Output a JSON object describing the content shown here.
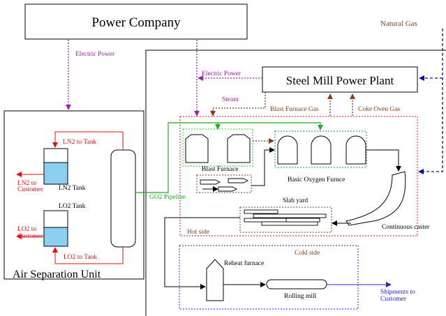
{
  "boxes": {
    "power_company": "Power Company",
    "steel_mill_power_plant": "Steel Mill Power Plant",
    "air_separation_unit": "Air Separation Unit"
  },
  "flows": {
    "natural_gas": "Natural Gas",
    "electric_power_top": "Electric Power",
    "electric_power_mill": "Electric Power",
    "steam": "Steam",
    "blast_furnace_gas": "Blast Furnace Gas",
    "coke_oven_gas": "Coke Oven Gas",
    "go2_pipeline": "GO2 Pipeline",
    "ln2_to_tank": "LN2 to Tank",
    "lo2_to_tank": "LO2 to Tank",
    "ln2_to_customer": [
      "LN2 to",
      "Customer"
    ],
    "lo2_to_customer": [
      "LO2 to",
      "Customer"
    ],
    "shipments_to_customer": [
      "Shipments to",
      "Customer"
    ]
  },
  "labels": {
    "ln2_tank": "LN2 Tank",
    "lo2_tank": "LO2 Tank",
    "blast_furnace": "Blast Furnace",
    "basic_oxygen_furnace": "Basic Oxygen Furnce",
    "slab_yard": "Slab yard",
    "continuous_caster": "Continuous caster",
    "hot_side": "Hot side",
    "cold_side": "Cold side",
    "reheat_furnace": "Reheat furnace",
    "rolling_mill": "Rolling mill"
  },
  "colors": {
    "electric": "#a020b0",
    "gas": "#8b3a1a",
    "oxygen": "#22aa22",
    "liquid": "#e01010",
    "natural_gas_line": "#0a0aa0",
    "shipments": "#2222dd",
    "tank_liquid": "#8ccff0",
    "hot_border": "#e01010",
    "cold_border": "#2222dd",
    "bof_border": "#1a8a8a",
    "bf_border": "#22cc22",
    "slab_border": "#8b3a1a"
  }
}
